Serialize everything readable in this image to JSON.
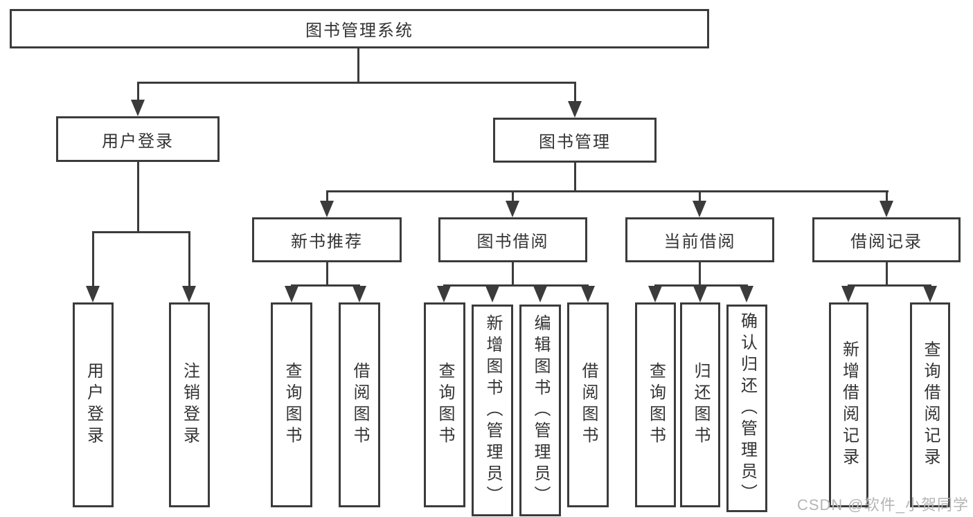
{
  "colors": {
    "line": "#3b3b3b",
    "box_border": "#3b3b3b",
    "text": "#333333",
    "background": "#ffffff",
    "watermark_text": "#b5b5b5"
  },
  "watermark": {
    "text": "CSDN @软件_小贺同学"
  },
  "tree": {
    "root": {
      "label": "图书管理系统",
      "children": [
        {
          "label": "用户登录",
          "children": [
            {
              "label": "用户登录"
            },
            {
              "label": "注销登录"
            }
          ]
        },
        {
          "label": "图书管理",
          "children": [
            {
              "label": "新书推荐",
              "children": [
                {
                  "label": "查询图书"
                },
                {
                  "label": "借阅图书"
                }
              ]
            },
            {
              "label": "图书借阅",
              "children": [
                {
                  "label": "查询图书"
                },
                {
                  "label": "新增图书（管理员）"
                },
                {
                  "label": "编辑图书（管理员）"
                },
                {
                  "label": "借阅图书"
                }
              ]
            },
            {
              "label": "当前借阅",
              "children": [
                {
                  "label": "查询图书"
                },
                {
                  "label": "归还图书"
                },
                {
                  "label": "确认归还（管理员）"
                }
              ]
            },
            {
              "label": "借阅记录",
              "children": [
                {
                  "label": "新增借阅记录"
                },
                {
                  "label": "查询借阅记录"
                }
              ]
            }
          ]
        }
      ]
    }
  }
}
